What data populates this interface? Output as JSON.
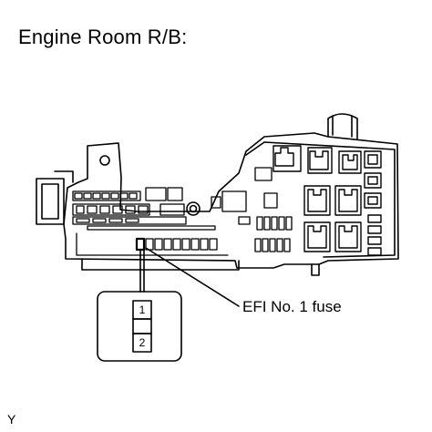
{
  "title": "Engine Room R/B:",
  "callout_label": "EFI No. 1 fuse",
  "connector_pins": [
    "1",
    "2"
  ],
  "corner_mark": "Y",
  "colors": {
    "line": "#000000",
    "background": "#ffffff"
  }
}
